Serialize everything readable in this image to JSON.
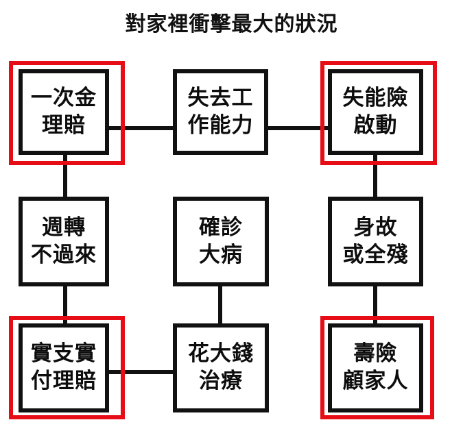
{
  "title": "對家裡衝擊最大的狀況",
  "colors": {
    "highlight": "#e60d16",
    "box_border": "#111111",
    "text": "#0d0d0d",
    "background": "#ffffff"
  },
  "nodes": [
    {
      "id": "lump-sum-claim",
      "line1": "一次金",
      "line2": "理賠",
      "highlighted": true
    },
    {
      "id": "loss-of-work-ability",
      "line1": "失去工",
      "line2": "作能力",
      "highlighted": false
    },
    {
      "id": "disability-insurance-activated",
      "line1": "失能險",
      "line2": "啟動",
      "highlighted": true
    },
    {
      "id": "cashflow-breakdown",
      "line1": "週轉",
      "line2": "不過來",
      "highlighted": false
    },
    {
      "id": "diagnosed-major-illness",
      "line1": "確診",
      "line2": "大病",
      "highlighted": false
    },
    {
      "id": "death-or-total-disability",
      "line1": "身故",
      "line2": "或全殘",
      "highlighted": false
    },
    {
      "id": "actual-expense-reimbursement",
      "line1": "實支實",
      "line2": "付理賠",
      "highlighted": true
    },
    {
      "id": "expensive-treatment",
      "line1": "花大錢",
      "line2": "治療",
      "highlighted": false
    },
    {
      "id": "life-insurance-for-family",
      "line1": "壽險",
      "line2": "顧家人",
      "highlighted": true
    }
  ],
  "connections": [
    {
      "id": "lump-sum-to-loss-of-work",
      "from": "lump-sum-claim",
      "to": "loss-of-work-ability",
      "orientation": "horizontal"
    },
    {
      "id": "loss-of-work-to-disability-insurance",
      "from": "loss-of-work-ability",
      "to": "disability-insurance-activated",
      "orientation": "horizontal"
    },
    {
      "id": "lump-sum-to-cashflow",
      "from": "lump-sum-claim",
      "to": "cashflow-breakdown",
      "orientation": "vertical"
    },
    {
      "id": "disability-insurance-to-death",
      "from": "disability-insurance-activated",
      "to": "death-or-total-disability",
      "orientation": "vertical"
    },
    {
      "id": "cashflow-to-reimbursement",
      "from": "cashflow-breakdown",
      "to": "actual-expense-reimbursement",
      "orientation": "vertical"
    },
    {
      "id": "illness-to-treatment",
      "from": "diagnosed-major-illness",
      "to": "expensive-treatment",
      "orientation": "vertical"
    },
    {
      "id": "death-to-life-insurance",
      "from": "death-or-total-disability",
      "to": "life-insurance-for-family",
      "orientation": "vertical"
    },
    {
      "id": "reimbursement-to-treatment",
      "from": "actual-expense-reimbursement",
      "to": "expensive-treatment",
      "orientation": "horizontal"
    }
  ]
}
